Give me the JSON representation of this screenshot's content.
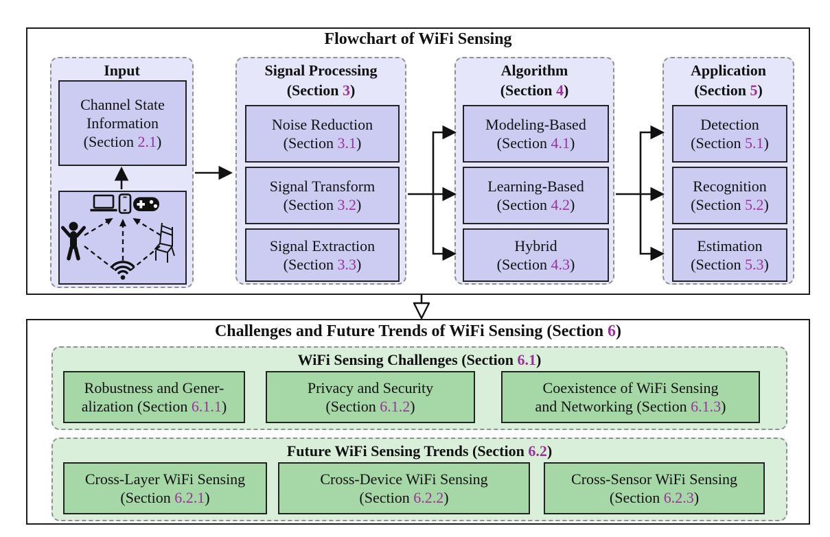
{
  "strings": {
    "section_open": "(Section ",
    "section_close": ")"
  },
  "colors": {
    "accent_purple": "#993399",
    "lavender_panel": "#e6e6fa",
    "purple_box": "#ccccf2",
    "green_panel": "#daefda",
    "green_box": "#a6d7a6",
    "dash_gray": "#8f8f8f",
    "arrow_black": "#111111"
  },
  "flowchart": {
    "title": "Flowchart of WiFi Sensing",
    "input": {
      "header": "Input",
      "csi": {
        "l1": "Channel State",
        "l2": "Information",
        "num": "2.1"
      },
      "scene_icons": [
        "laptop-icon",
        "smartphone-icon",
        "gamepad-icon",
        "person-icon",
        "chair-icon",
        "wifi-icon"
      ]
    },
    "signal_processing": {
      "header": {
        "l1": "Signal Processing",
        "num": "3"
      },
      "boxes": [
        {
          "l1": "Noise Reduction",
          "num": "3.1"
        },
        {
          "l1": "Signal Transform",
          "num": "3.2"
        },
        {
          "l1": "Signal Extraction",
          "num": "3.3"
        }
      ]
    },
    "algorithm": {
      "header": {
        "l1": "Algorithm",
        "num": "4"
      },
      "boxes": [
        {
          "l1": "Modeling-Based",
          "num": "4.1"
        },
        {
          "l1": "Learning-Based",
          "num": "4.2"
        },
        {
          "l1": "Hybrid",
          "num": "4.3"
        }
      ]
    },
    "application": {
      "header": {
        "l1": "Application",
        "num": "5"
      },
      "boxes": [
        {
          "l1": "Detection",
          "num": "5.1"
        },
        {
          "l1": "Recognition",
          "num": "5.2"
        },
        {
          "l1": "Estimation",
          "num": "5.3"
        }
      ]
    }
  },
  "challenges": {
    "title": {
      "pre": "Challenges and Future Trends of WiFi Sensing ",
      "num": "6"
    },
    "groups": [
      {
        "header": {
          "pre": "WiFi Sensing Challenges ",
          "num": "6.1"
        },
        "boxes": [
          {
            "l1": "Robustness and Gener-",
            "l2_pre": "alization ",
            "num": "6.1.1"
          },
          {
            "l1": "Privacy and Security",
            "l2_pre": "",
            "num": "6.1.2"
          },
          {
            "l1": "Coexistence of WiFi Sensing",
            "l2_pre": "and Networking ",
            "num": "6.1.3"
          }
        ]
      },
      {
        "header": {
          "pre": "Future WiFi Sensing Trends ",
          "num": "6.2"
        },
        "boxes": [
          {
            "l1": "Cross-Layer WiFi Sensing",
            "l2_pre": "",
            "num": "6.2.1"
          },
          {
            "l1": "Cross-Device WiFi Sensing",
            "l2_pre": "",
            "num": "6.2.2"
          },
          {
            "l1": "Cross-Sensor WiFi Sensing",
            "l2_pre": "",
            "num": "6.2.3"
          }
        ]
      }
    ]
  }
}
